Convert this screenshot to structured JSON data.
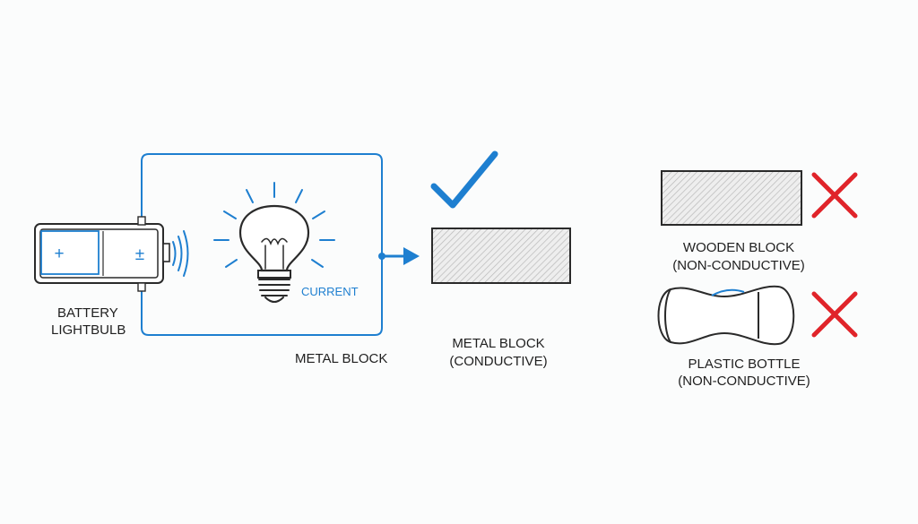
{
  "labels": {
    "battery": "BATTERY",
    "lightbulb": "LIGHTBULB",
    "current": "CURRENT",
    "metal_block_circuit": "METAL BLOCK",
    "metal_block": "METAL BLOCK",
    "metal_block_note": "(CONDUCTIVE)",
    "wooden_block": "WOODEN BLOCK",
    "wooden_block_note": "(NON-CONDUCTIVE)",
    "plastic_bottle": "PLASTIC BOTTLE",
    "plastic_bottle_note": "(NON-CONDUCTIVE)",
    "battery_plus": "+",
    "battery_plus_minus": "±"
  },
  "colors": {
    "wire": "#1e7fd0",
    "check": "#1e7fd0",
    "cross": "#e0242a",
    "ink": "#1f1f1f"
  },
  "icons": {
    "battery": "battery-icon",
    "bulb": "lightbulb-icon",
    "arrow": "arrow-right-icon",
    "check": "checkmark-icon",
    "cross": "x-mark-icon",
    "bottle": "plastic-bottle-icon"
  }
}
